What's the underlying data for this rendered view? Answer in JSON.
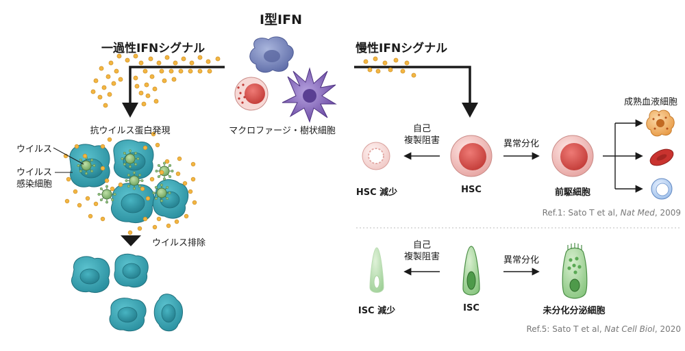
{
  "title": "I型IFN",
  "acute": {
    "heading": "一過性IFNシグナル",
    "antiviral_label": "抗ウイルス蛋白発現",
    "virus_label": "ウイルス",
    "infected_label_1": "ウイルス",
    "infected_label_2": "感染細胞",
    "elimination_label": "ウイルス排除"
  },
  "chronic": {
    "heading": "慢性IFNシグナル"
  },
  "source_cells_label": "マクロファージ・樹状細胞",
  "hsc_panel": {
    "left_arrow_label_1": "自己",
    "left_arrow_label_2": "複製阻害",
    "right_arrow_label": "異常分化",
    "left_cell_label": "HSC 減少",
    "center_cell_label": "HSC",
    "right_cell_label": "前駆細胞",
    "mature_label": "成熟血液細胞",
    "ref_prefix": "Ref.1: Sato T et al, ",
    "ref_journal": "Nat Med",
    "ref_suffix": ", 2009"
  },
  "isc_panel": {
    "left_arrow_label_1": "自己",
    "left_arrow_label_2": "複製阻害",
    "right_arrow_label": "異常分化",
    "left_cell_label": "ISC 減少",
    "center_cell_label": "ISC",
    "right_cell_label": "未分化分泌細胞",
    "ref_prefix": "Ref.5: Sato T et al, ",
    "ref_journal": "Nat Cell Biol",
    "ref_suffix": ", 2020"
  },
  "colors": {
    "ifn_dot": "#f2b542",
    "infected_cell": "#3aa6b5",
    "virus": "#8fbf7a",
    "hsc_red": "#d9534f",
    "isc_green": "#7bc47a",
    "macrophage": "#7a86b8",
    "dendritic": "#7d5aa8"
  }
}
